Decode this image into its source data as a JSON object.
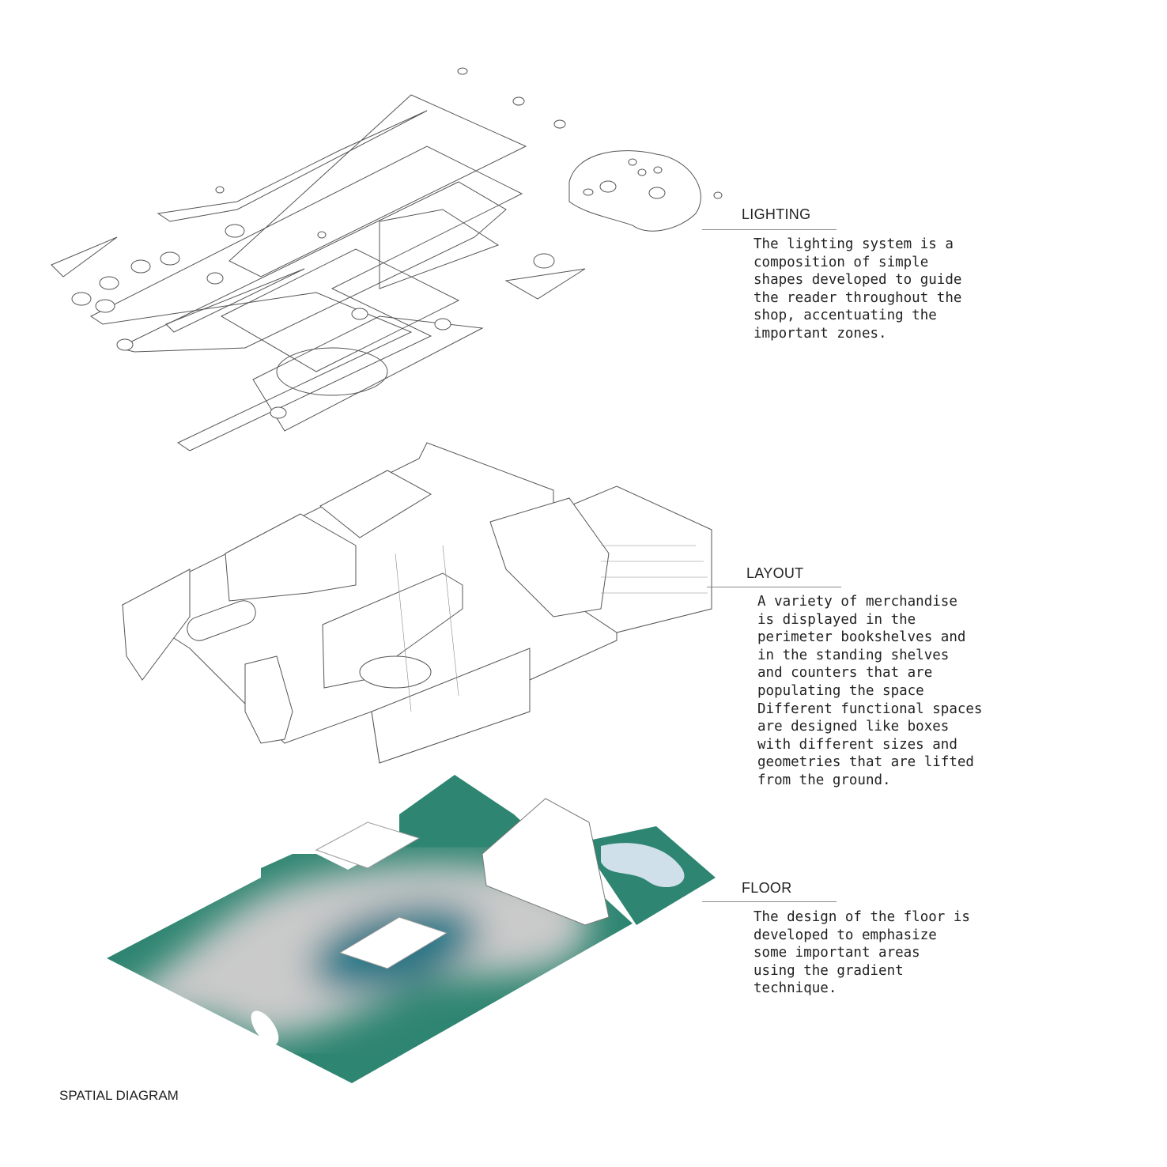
{
  "caption": "SPATIAL DIAGRAM",
  "sections": [
    {
      "title": "LIGHTING",
      "lines": [
        "The lighting system is a",
        "composition of simple",
        "shapes developed to guide",
        "the reader throughout the",
        "shop, accentuating the",
        "important zones."
      ]
    },
    {
      "title": "LAYOUT",
      "lines": [
        "A variety of merchandise",
        "is displayed in the",
        "perimeter bookshelves and",
        "in the standing shelves",
        "and counters that are",
        "populating the space",
        "Different functional spaces",
        "are designed like boxes",
        "with different sizes and",
        "geometries that are lifted",
        "from the ground."
      ]
    },
    {
      "title": "FLOOR",
      "lines": [
        "The design of the floor is",
        "developed to emphasize",
        "some important areas",
        "using the gradient",
        "technique."
      ]
    }
  ],
  "colors": {
    "floor_green": "#2e8571",
    "floor_grey": "#c9c9c9",
    "floor_teal": "#1f7d8c",
    "pool_blue": "#cfe0ea"
  }
}
